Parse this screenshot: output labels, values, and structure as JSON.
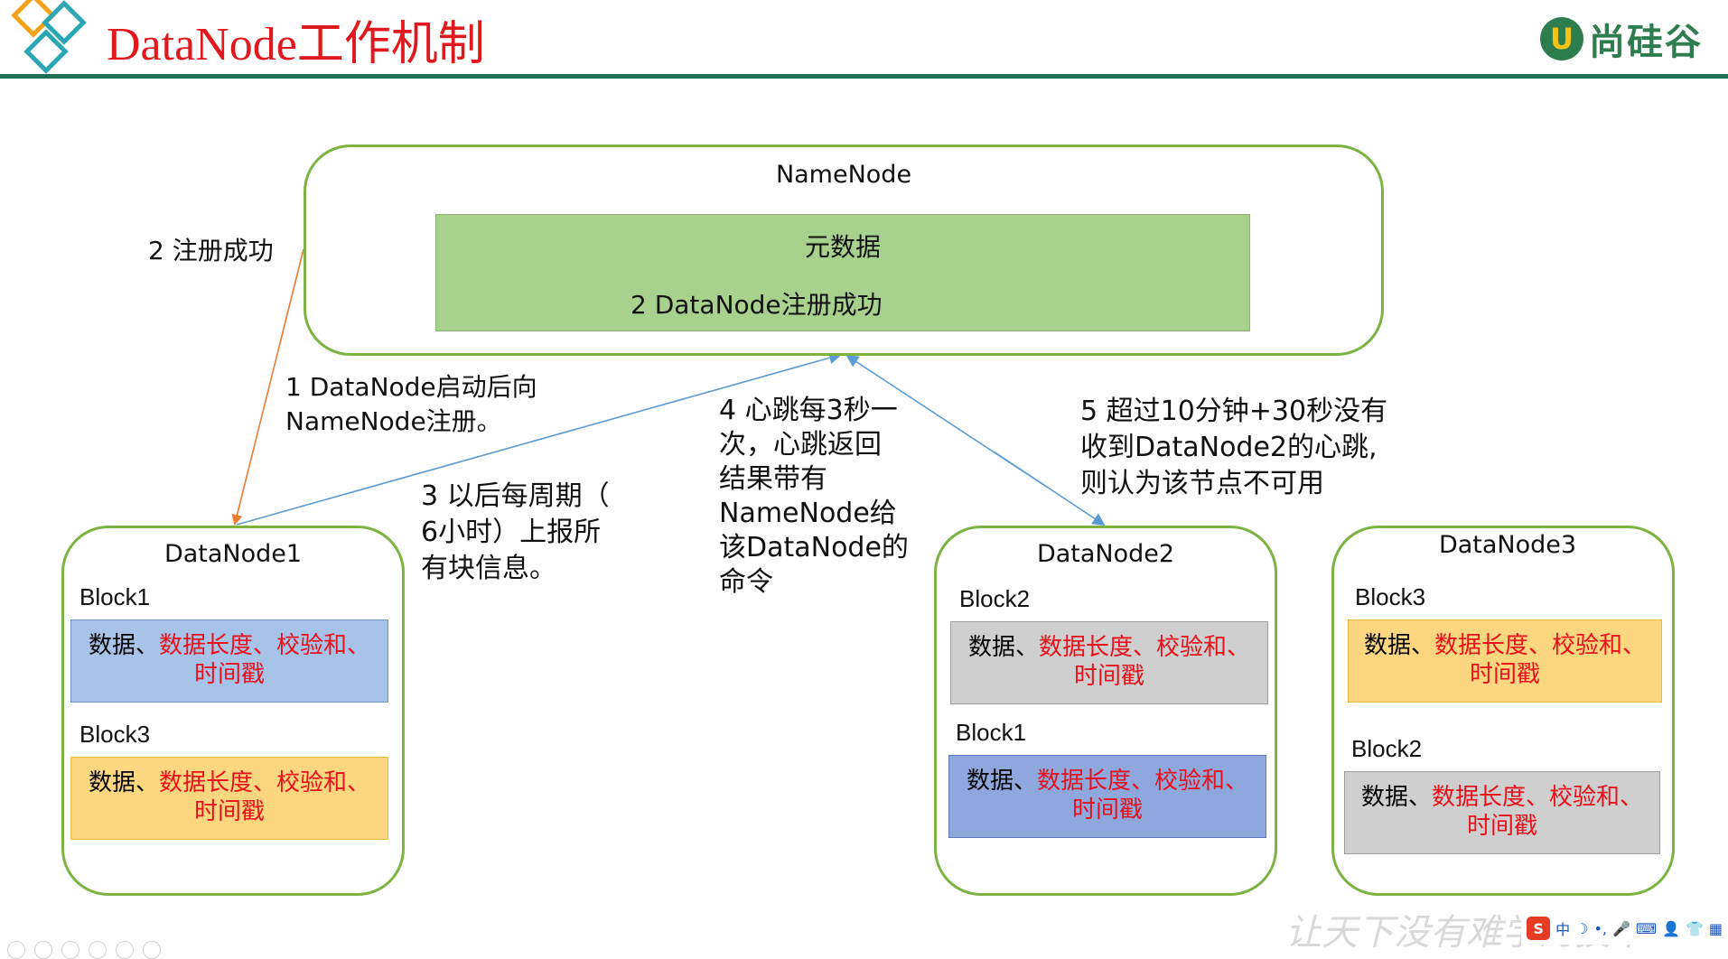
{
  "header": {
    "title": "DataNode工作机制",
    "brand": "尚硅谷",
    "brand_badge": "U"
  },
  "namenode": {
    "title": "NameNode",
    "metadata_title": "元数据",
    "metadata_note": "2 DataNode注册成功"
  },
  "annotations": {
    "register_success": "2 注册成功",
    "startup_line1": "1 DataNode启动后向",
    "startup_line2": "NameNode注册。",
    "report_line1": "3 以后每周期（",
    "report_line2": "6小时）上报所",
    "report_line3": "有块信息。",
    "heartbeat_line1": "4 心跳每3秒一",
    "heartbeat_line2": "次，心跳返回",
    "heartbeat_line3": "结果带有",
    "heartbeat_line4": "NameNode给",
    "heartbeat_line5": "该DataNode的",
    "heartbeat_line6": "命令",
    "timeout_line1": "5 超过10分钟+30秒没有",
    "timeout_line2": "收到DataNode2的心跳,",
    "timeout_line3": "则认为该节点不可用"
  },
  "block_content": {
    "data": "数据、",
    "meta": "数据长度、校验和、",
    "timestamp": "时间戳"
  },
  "datanodes": [
    {
      "title": "DataNode1",
      "blocks": [
        {
          "label": "Block1",
          "color": "#a7c4e8"
        },
        {
          "label": "Block3",
          "color": "#fdd680"
        }
      ]
    },
    {
      "title": "DataNode2",
      "blocks": [
        {
          "label": "Block2",
          "color": "#cfcfcf"
        },
        {
          "label": "Block1",
          "color": "#8ea7dc"
        }
      ]
    },
    {
      "title": "DataNode3",
      "blocks": [
        {
          "label": "Block3",
          "color": "#fdd680"
        },
        {
          "label": "Block2",
          "color": "#cfcfcf"
        }
      ]
    }
  ],
  "footer": {
    "slogan": "让天下没有难学的技术",
    "ime_label": "中"
  },
  "colors": {
    "node_border": "#7cb342",
    "metadata_fill": "#a9d18e",
    "header_rule": "#1f6f54",
    "title_red": "#e0191e",
    "register_arrow": "#ed7d31",
    "heartbeat_arrow": "#5b9bd5"
  }
}
